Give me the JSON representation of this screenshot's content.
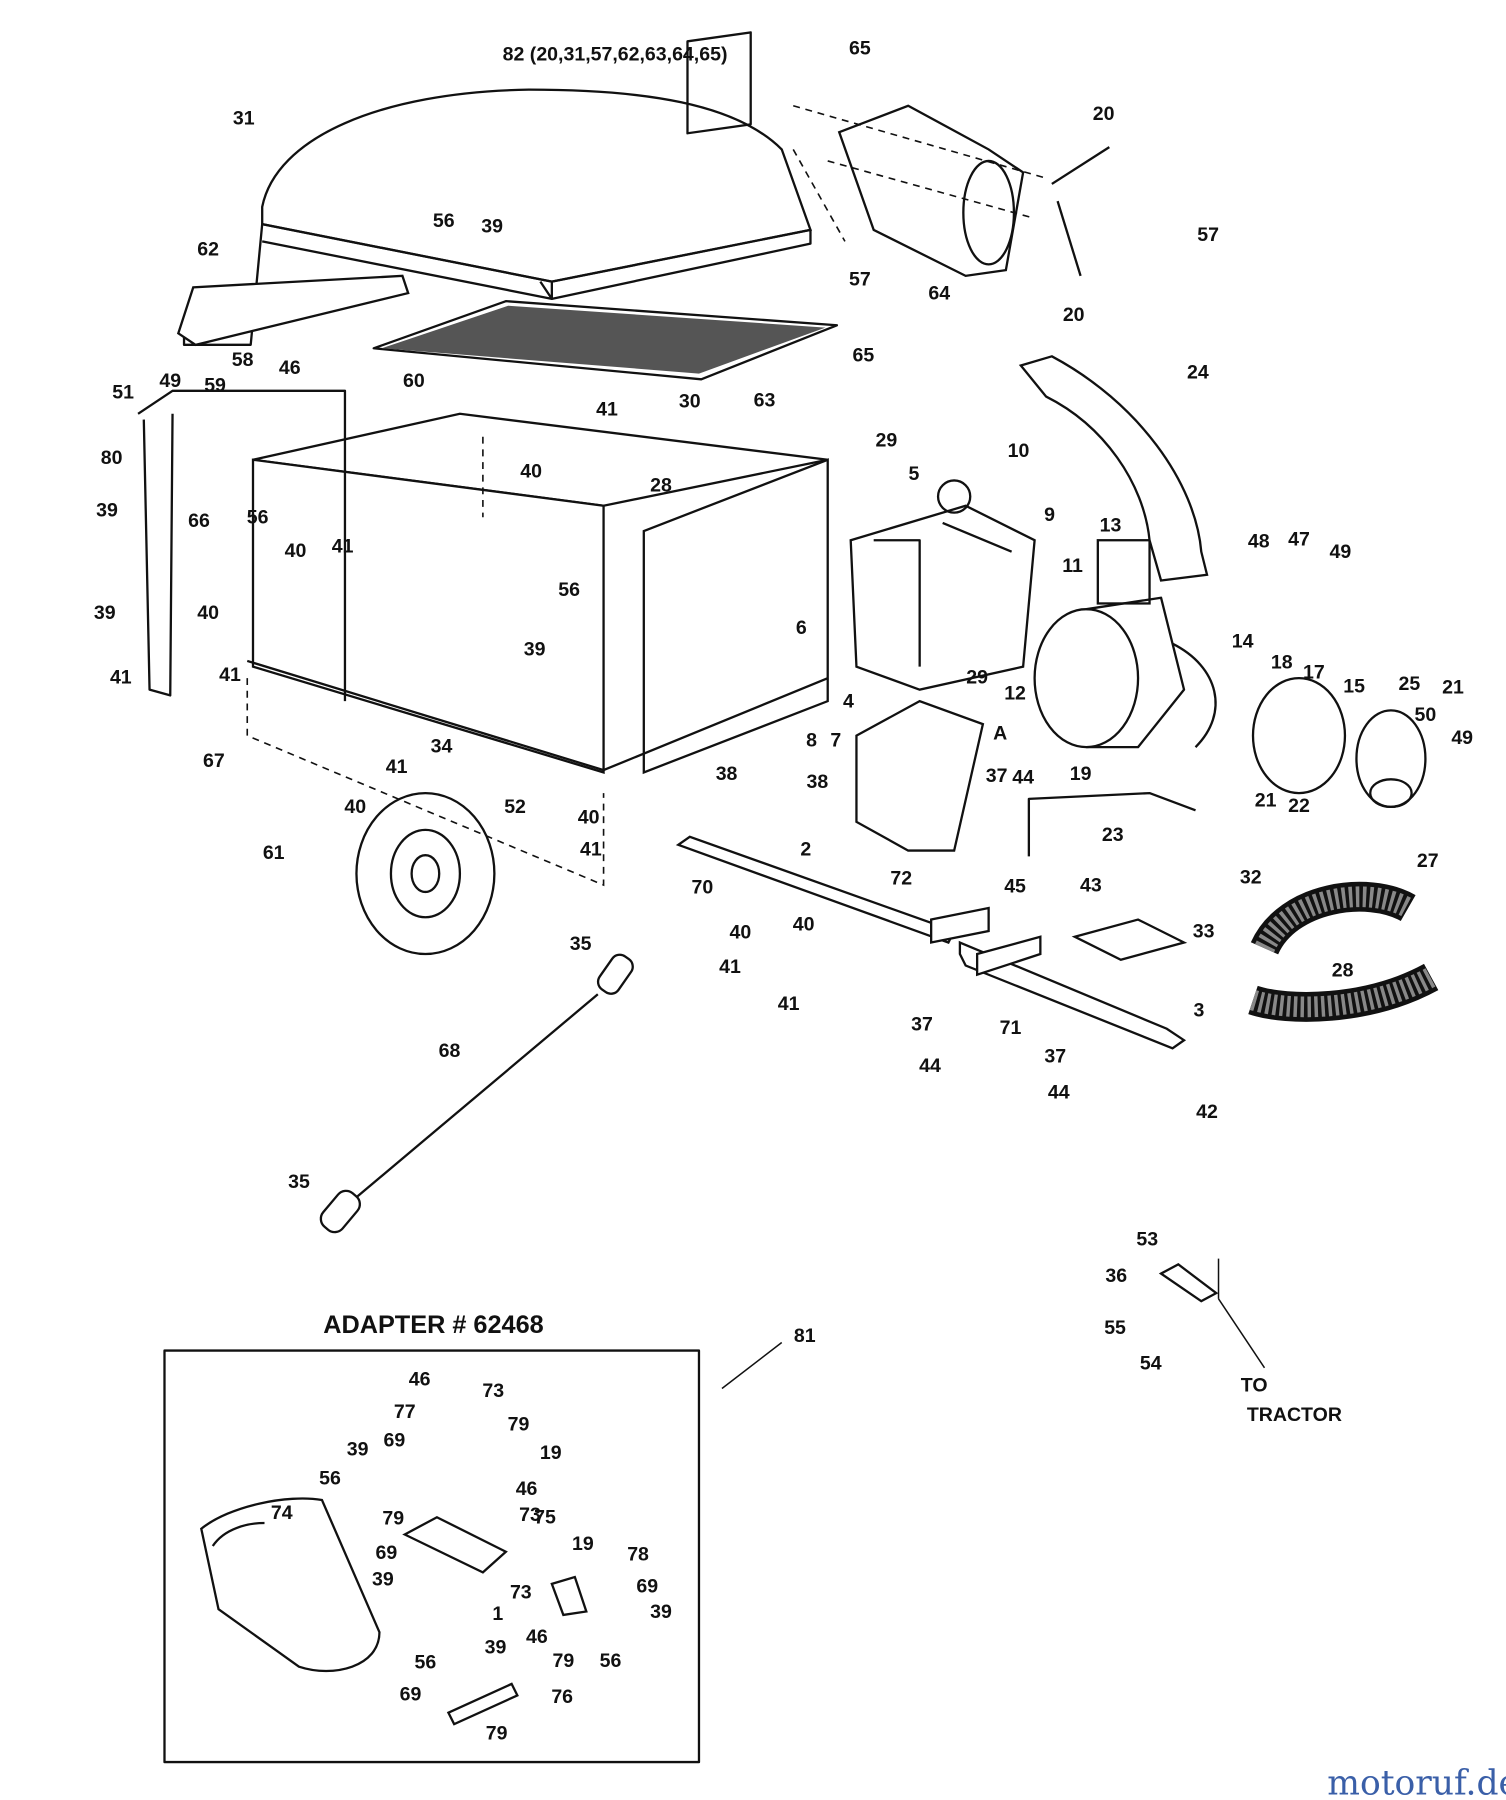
{
  "diagram": {
    "assembly_label": "82 (20,31,57,62,63,64,65)",
    "adapter_title": "ADAPTER # 62468",
    "adapter_ref": "81",
    "to_tractor": [
      "TO",
      "TRACTOR"
    ],
    "watermark": "motoruf.de",
    "part_labels": [
      "65",
      "31",
      "20",
      "56",
      "39",
      "57",
      "62",
      "64",
      "20",
      "57",
      "65",
      "24",
      "63",
      "51",
      "49",
      "59",
      "58",
      "46",
      "60",
      "30",
      "41",
      "29",
      "10",
      "80",
      "40",
      "28",
      "5",
      "9",
      "13",
      "39",
      "56",
      "66",
      "40",
      "41",
      "11",
      "48",
      "47",
      "49",
      "56",
      "6",
      "39",
      "14",
      "18",
      "17",
      "15",
      "25",
      "21",
      "39",
      "40",
      "29",
      "12",
      "41",
      "41",
      "4",
      "A",
      "50",
      "49",
      "67",
      "41",
      "34",
      "8",
      "7",
      "38",
      "37",
      "44",
      "19",
      "52",
      "40",
      "38",
      "21",
      "22",
      "40",
      "41",
      "61",
      "2",
      "23",
      "27",
      "32",
      "70",
      "72",
      "45",
      "43",
      "33",
      "35",
      "40",
      "40",
      "41",
      "41",
      "28",
      "3",
      "71",
      "37",
      "44",
      "37",
      "44",
      "42",
      "68",
      "35",
      "53",
      "36",
      "55",
      "54"
    ],
    "adapter_labels": [
      "46",
      "73",
      "77",
      "79",
      "39",
      "69",
      "19",
      "56",
      "46",
      "73",
      "75",
      "74",
      "79",
      "69",
      "39",
      "19",
      "78",
      "73",
      "69",
      "39",
      "1",
      "46",
      "79",
      "56",
      "56",
      "39",
      "69",
      "76",
      "79"
    ]
  }
}
